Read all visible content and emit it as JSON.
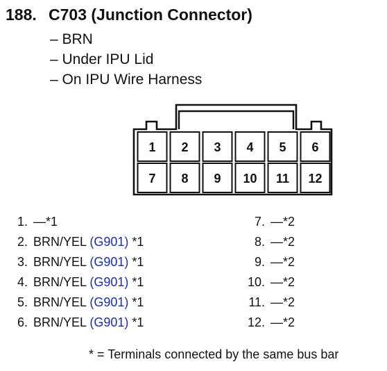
{
  "header": {
    "number": "188.",
    "connector_name": "C703 (Junction Connector)"
  },
  "attributes": [
    "– BRN",
    "– Under IPU Lid",
    "– On IPU Wire Harness"
  ],
  "connector": {
    "top_row": [
      "1",
      "2",
      "3",
      "4",
      "5",
      "6"
    ],
    "bottom_row": [
      "7",
      "8",
      "9",
      "10",
      "11",
      "12"
    ]
  },
  "terminals_left": [
    {
      "num": "1.",
      "wire": "—*1",
      "ground": "",
      "note": ""
    },
    {
      "num": "2.",
      "wire": "BRN/YEL",
      "ground": "(G901)",
      "note": "*1"
    },
    {
      "num": "3.",
      "wire": "BRN/YEL",
      "ground": "(G901)",
      "note": "*1"
    },
    {
      "num": "4.",
      "wire": "BRN/YEL",
      "ground": "(G901)",
      "note": "*1"
    },
    {
      "num": "5.",
      "wire": "BRN/YEL",
      "ground": "(G901)",
      "note": "*1"
    },
    {
      "num": "6.",
      "wire": "BRN/YEL",
      "ground": "(G901)",
      "note": "*1"
    }
  ],
  "terminals_right": [
    {
      "num": "7.",
      "wire": "—*2"
    },
    {
      "num": "8.",
      "wire": "—*2"
    },
    {
      "num": "9.",
      "wire": "—*2"
    },
    {
      "num": "10.",
      "wire": "—*2"
    },
    {
      "num": "11.",
      "wire": "—*2"
    },
    {
      "num": "12.",
      "wire": "—*2"
    }
  ],
  "footnote": "* = Terminals connected by the same bus bar"
}
